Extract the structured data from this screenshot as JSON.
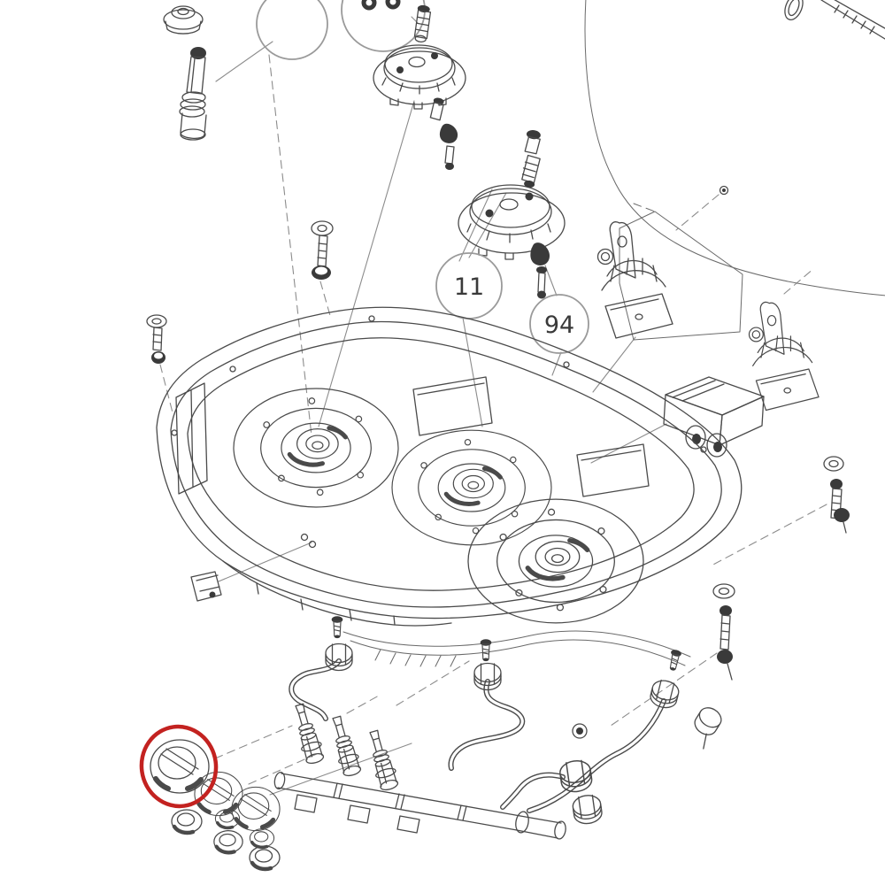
{
  "diagram": {
    "kind": "exploded-parts-diagram",
    "background_color": "#ffffff",
    "line_color": "#4a4a4a",
    "callout_ring_color": "#9a9a9a",
    "highlight_color": "#c32220",
    "callouts": [
      {
        "label": "11"
      },
      {
        "label": "94"
      }
    ]
  }
}
